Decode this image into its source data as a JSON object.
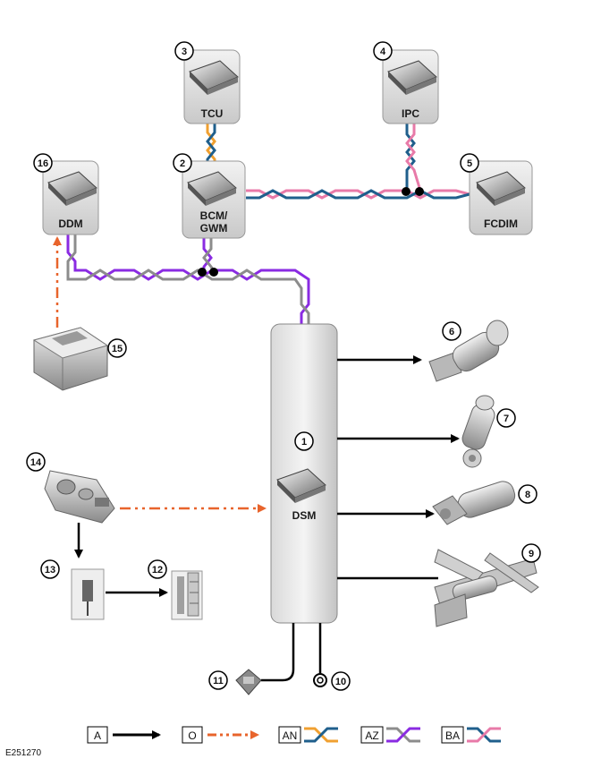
{
  "modules": {
    "tcu": "TCU",
    "ipc": "IPC",
    "ddm": "DDM",
    "bcm_line1": "BCM/",
    "bcm_line2": "GWM",
    "fcdim": "FCDIM",
    "dsm": "DSM"
  },
  "callouts": {
    "c1": "1",
    "c2": "2",
    "c3": "3",
    "c4": "4",
    "c5": "5",
    "c6": "6",
    "c7": "7",
    "c8": "8",
    "c9": "9",
    "c10": "10",
    "c11": "11",
    "c12": "12",
    "c13": "13",
    "c14": "14",
    "c15": "15",
    "c16": "16"
  },
  "legend": {
    "a": "A",
    "o": "O",
    "an": "AN",
    "az": "AZ",
    "ba": "BA"
  },
  "figure_id": "E251270",
  "colors": {
    "hardwired": "#000000",
    "rf_transmission": "#e8642c",
    "orange_wire": "#f0a030",
    "blue_wire": "#1f5f8c",
    "purple_wire": "#8a2be2",
    "grey_wire": "#8c8c8c",
    "pink_wire": "#e87aa8"
  }
}
